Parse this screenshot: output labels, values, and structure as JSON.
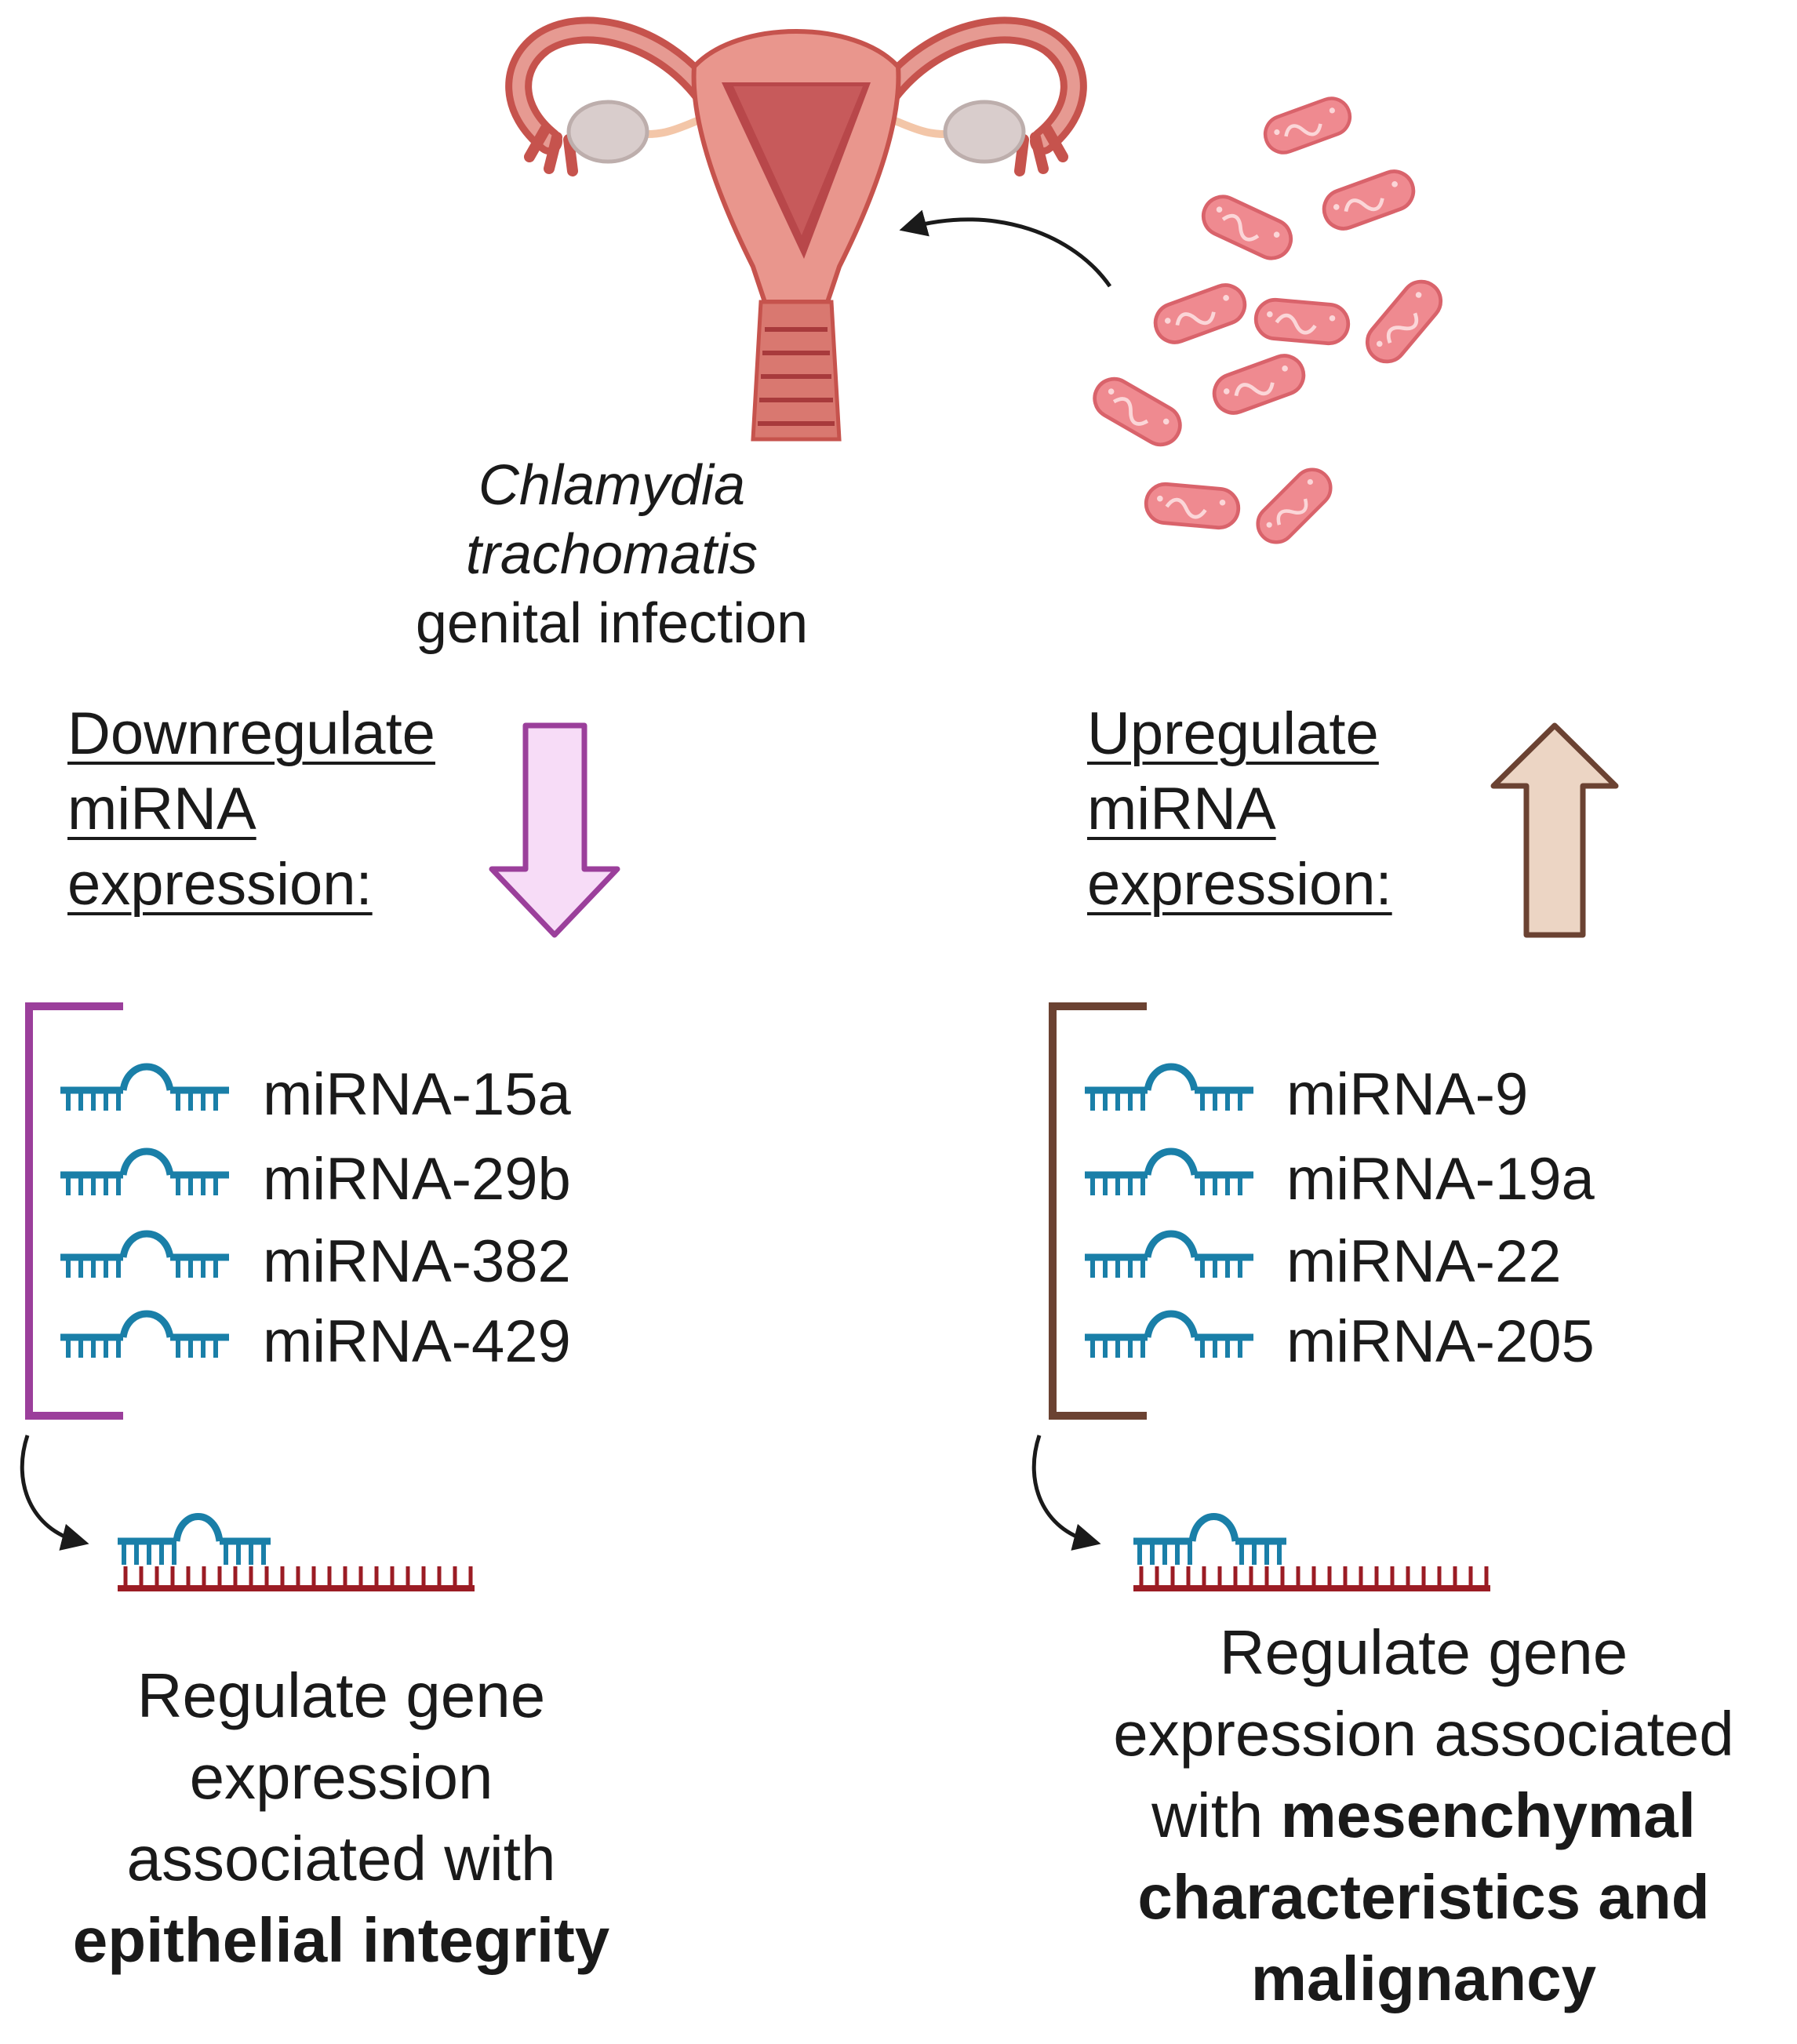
{
  "infection": {
    "organism": "Chlamydia trachomatis",
    "label": "genital infection"
  },
  "down": {
    "heading": [
      "Downregulate",
      "miRNA",
      "expression:"
    ],
    "mirnas": [
      "miRNA-15a",
      "miRNA-29b",
      "miRNA-382",
      "miRNA-429"
    ],
    "outcome": {
      "lines": [
        "Regulate gene",
        "expression",
        "associated with"
      ],
      "bold_lines": [
        "epithelial integrity"
      ]
    },
    "bracket_color": "#9b3f9b",
    "arrow_fill": "#f7dcf7"
  },
  "up": {
    "heading": [
      "Upregulate",
      "miRNA",
      "expression:"
    ],
    "mirnas": [
      "miRNA-9",
      "miRNA-19a",
      "miRNA-22",
      "miRNA-205"
    ],
    "outcome": {
      "lines": [
        "Regulate gene",
        "expression associated"
      ],
      "mixed_prefix": "with ",
      "mixed_bold": "mesenchymal",
      "bold_lines": [
        "characteristics and",
        "malignancy"
      ]
    },
    "bracket_color": "#6b4232",
    "arrow_fill": "#ecd5c4"
  },
  "colors": {
    "mirna_blue": "#1a7fa8",
    "mrna_red": "#9b1c24",
    "uterus": "#e08c84",
    "bacteria": "#ef8a90"
  }
}
